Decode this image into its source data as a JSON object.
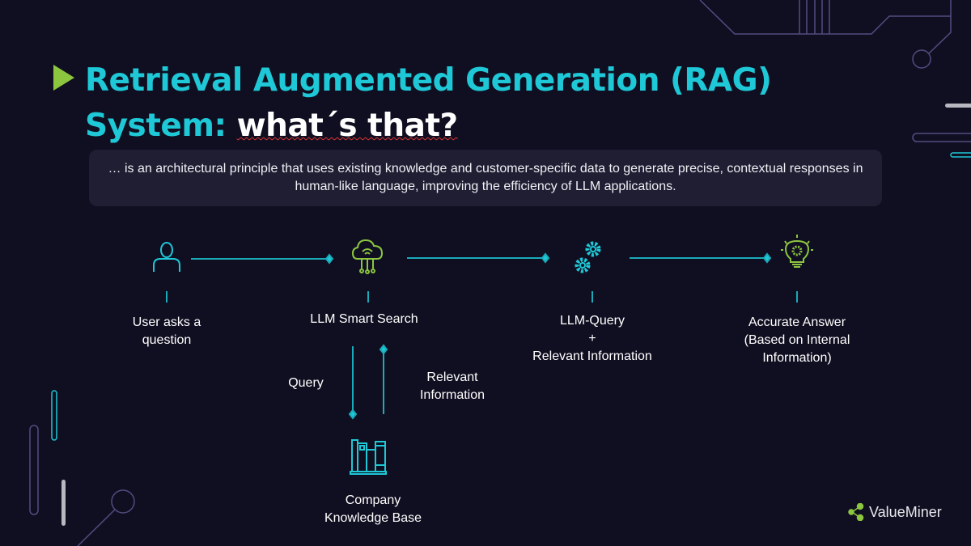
{
  "title": {
    "line1": "Retrieval Augmented Generation (RAG)",
    "line2_a": "System:",
    "line2_b": "what´s that?"
  },
  "description": "… is an architectural principle that uses existing knowledge and customer-specific data to generate precise, contextual responses in human-like language, improving the efficiency of LLM applications.",
  "steps": [
    {
      "icon": "user-icon",
      "label_1": "User asks a",
      "label_2": "question"
    },
    {
      "icon": "cloud-network-icon",
      "label_1": "LLM Smart Search"
    },
    {
      "icon": "gears-icon",
      "label_1": "LLM-Query",
      "label_2": "+",
      "label_3": "Relevant Information"
    },
    {
      "icon": "lightbulb-icon",
      "label_1": "Accurate Answer",
      "label_2": "(Based on Internal",
      "label_3": "Information)"
    }
  ],
  "flow": {
    "query": "Query",
    "relevant_1": "Relevant",
    "relevant_2": "Information"
  },
  "knowledge_base": {
    "icon": "books-icon",
    "label_1": "Company",
    "label_2": "Knowledge Base"
  },
  "brand": "ValueMiner",
  "colors": {
    "accent": "#1ec8d6",
    "green": "#8cc63f",
    "bg": "#100f21"
  }
}
